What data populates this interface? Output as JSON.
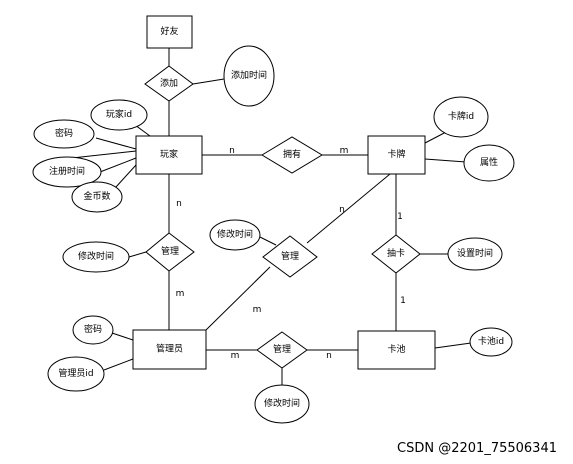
{
  "entities": {
    "friend": "好友",
    "player": "玩家",
    "card": "卡牌",
    "admin": "管理员",
    "pool": "卡池"
  },
  "relationships": {
    "add": "添加",
    "own": "拥有",
    "manage_player": "管理",
    "manage_card": "管理",
    "manage_pool": "管理",
    "draw": "抽卡"
  },
  "attributes": {
    "add_time": "添加时间",
    "player_id": "玩家id",
    "player_password": "密码",
    "register_time": "注册时间",
    "coins": "金币数",
    "card_id": "卡牌id",
    "card_property": "属性",
    "modify_time_player": "修改时间",
    "modify_time_card": "修改时间",
    "set_time": "设置时间",
    "admin_password": "密码",
    "admin_id": "管理员id",
    "pool_id": "卡池id",
    "modify_time_pool": "修改时间"
  },
  "cardinalities": {
    "player_own": "n",
    "own_card": "m",
    "player_manage": "n",
    "manage_admin": "m",
    "card_manage": "n",
    "manage_card_admin": "m",
    "card_draw": "1",
    "draw_pool": "1",
    "admin_manage": "m",
    "manage_pool": "n"
  },
  "watermark": "CSDN @2201_75506341"
}
